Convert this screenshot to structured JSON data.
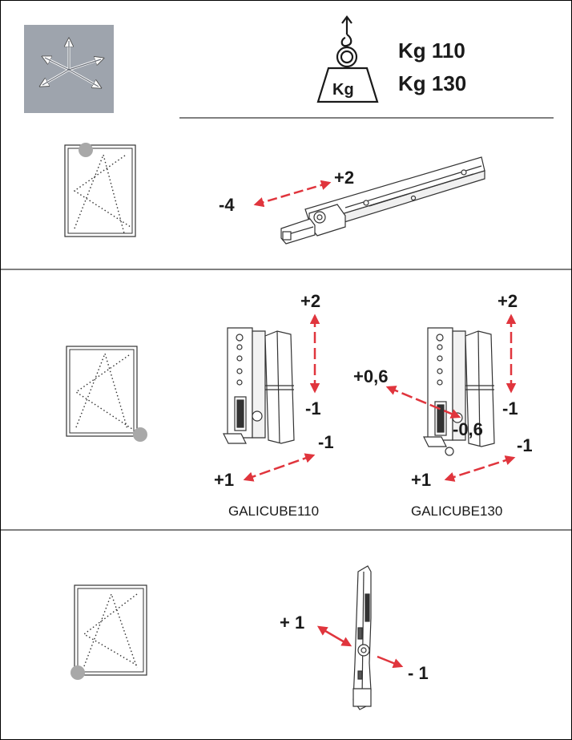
{
  "header": {
    "weights": [
      "Kg 110",
      "Kg 130"
    ],
    "weight_icon_label": "Kg",
    "adjust_icon": "four-direction-arrows-icon"
  },
  "sections": [
    {
      "id": "top-adjustment",
      "window_icon": "window-corner-top-left-icon",
      "adjustments": [
        "+2",
        "-4"
      ]
    },
    {
      "id": "bottom-hinge-adjustment",
      "window_icon": "window-corner-bottom-right-icon",
      "hinges": [
        {
          "model": "GALICUBE110",
          "adjustments": {
            "vertical_up": "+2",
            "vertical_down": "-1",
            "lateral_minus": "-1",
            "lateral_plus": "+1"
          }
        },
        {
          "model": "GALICUBE130",
          "adjustments": {
            "vertical_up": "+2",
            "vertical_down": "-1",
            "pressure_plus": "+0,6",
            "pressure_minus": "-0,6",
            "lateral_minus": "-1",
            "lateral_plus": "+1"
          }
        }
      ]
    },
    {
      "id": "corner-stay-adjustment",
      "window_icon": "window-corner-bottom-left-icon",
      "adjustments": [
        "+ 1",
        "- 1"
      ]
    }
  ],
  "colors": {
    "arrow": "#e0353d",
    "icon_bg": "#9ea4ad",
    "corner_dot": "#a8a8a8",
    "line": "#000000"
  }
}
